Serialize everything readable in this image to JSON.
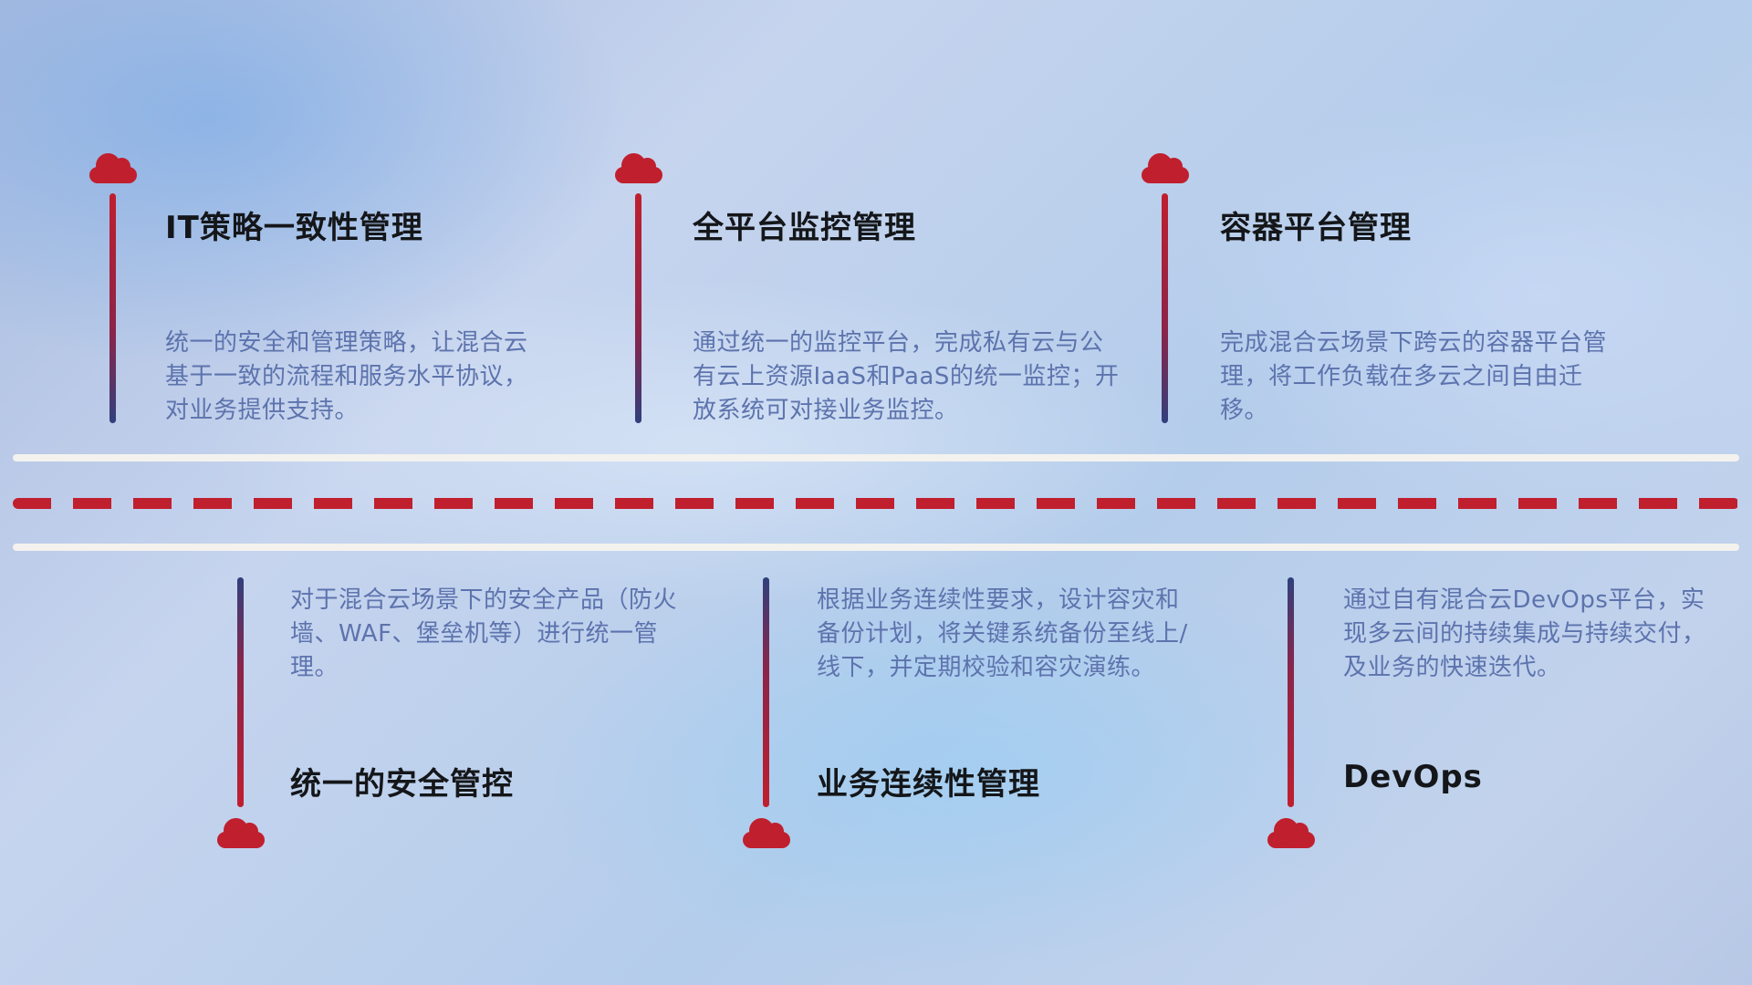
{
  "colors": {
    "accent_red": "#c01f2e",
    "line_blue": "#30407c",
    "desc_text": "#5d73ad",
    "title_text": "#141619"
  },
  "top_items": [
    {
      "title": "IT策略一致性管理",
      "desc": "统一的安全和管理策略，让混合云基于一致的流程和服务水平协议，对业务提供支持。"
    },
    {
      "title": "全平台监控管理",
      "desc": "通过统一的监控平台，完成私有云与公有云上资源IaaS和PaaS的统一监控；开放系统可对接业务监控。"
    },
    {
      "title": "容器平台管理",
      "desc": "完成混合云场景下跨云的容器平台管理，将工作负载在多云之间自由迁移。"
    }
  ],
  "bottom_items": [
    {
      "title": "统一的安全管控",
      "desc": "对于混合云场景下的安全产品（防火墙、WAF、堡垒机等）进行统一管理。"
    },
    {
      "title": "业务连续性管理",
      "desc": "根据业务连续性要求，设计容灾和备份计划，将关键系统备份至线上/线下，并定期校验和容灾演练。"
    },
    {
      "title": "DevOps",
      "desc": "通过自有混合云DevOps平台，实现多云间的持续集成与持续交付，及业务的快速迭代。"
    }
  ]
}
